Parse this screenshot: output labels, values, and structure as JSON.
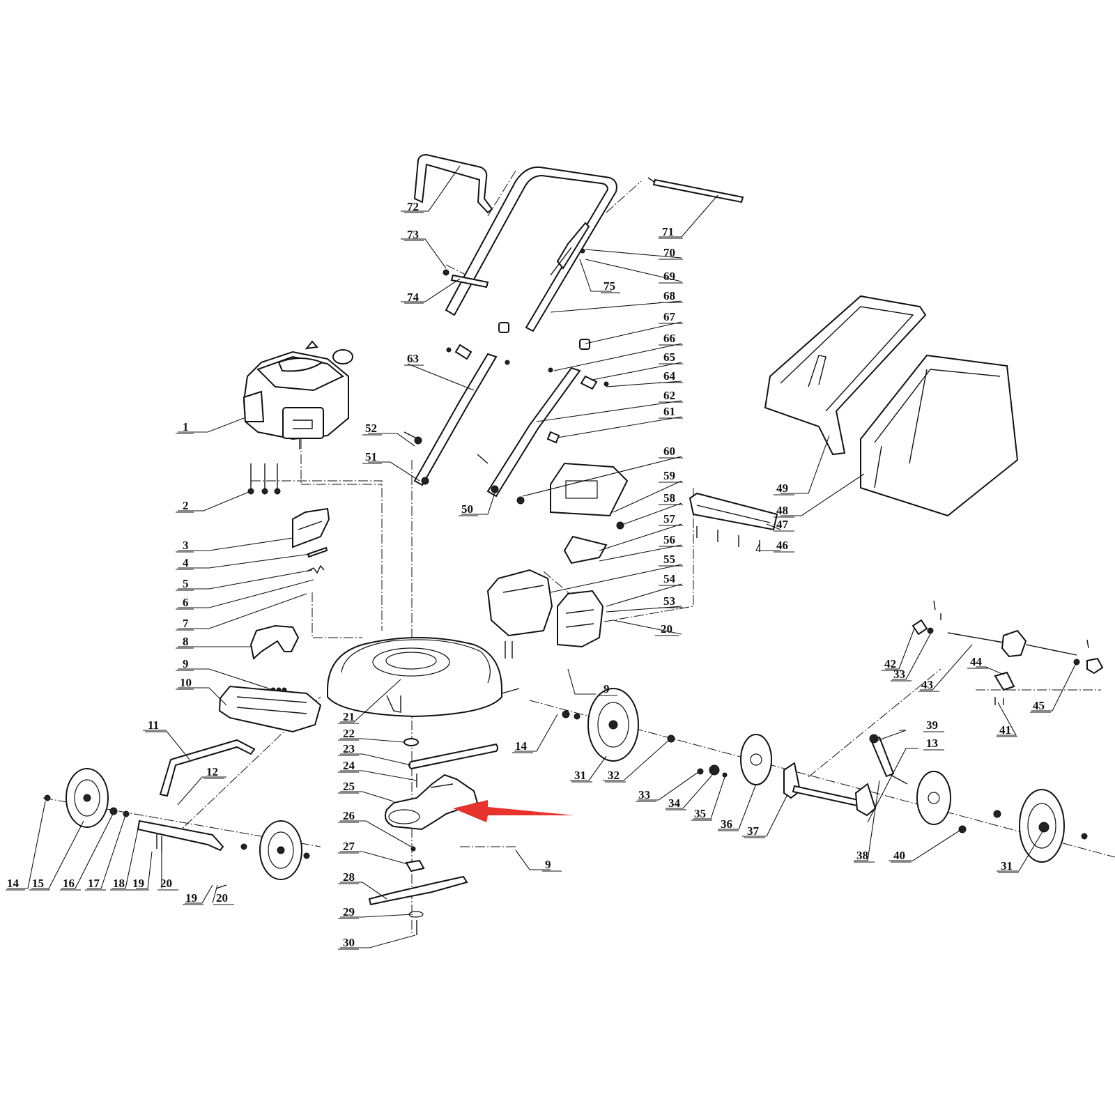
{
  "diagram": {
    "labels": [
      {
        "id": "l72",
        "text": "72"
      },
      {
        "id": "l73",
        "text": "73"
      },
      {
        "id": "l74",
        "text": "74"
      },
      {
        "id": "l71",
        "text": "71"
      },
      {
        "id": "l70",
        "text": "70"
      },
      {
        "id": "l69",
        "text": "69"
      },
      {
        "id": "l75",
        "text": "75"
      },
      {
        "id": "l68",
        "text": "68"
      },
      {
        "id": "l67",
        "text": "67"
      },
      {
        "id": "l66",
        "text": "66"
      },
      {
        "id": "l65",
        "text": "65"
      },
      {
        "id": "l64",
        "text": "64"
      },
      {
        "id": "l63",
        "text": "63"
      },
      {
        "id": "l62",
        "text": "62"
      },
      {
        "id": "l61",
        "text": "61"
      },
      {
        "id": "l60",
        "text": "60"
      },
      {
        "id": "l59",
        "text": "59"
      },
      {
        "id": "l58",
        "text": "58"
      },
      {
        "id": "l57",
        "text": "57"
      },
      {
        "id": "l56",
        "text": "56"
      },
      {
        "id": "l55",
        "text": "55"
      },
      {
        "id": "l54",
        "text": "54"
      },
      {
        "id": "l53",
        "text": "53"
      },
      {
        "id": "l20a",
        "text": "20"
      },
      {
        "id": "l52",
        "text": "52"
      },
      {
        "id": "l51",
        "text": "51"
      },
      {
        "id": "l50",
        "text": "50"
      },
      {
        "id": "l49",
        "text": "49"
      },
      {
        "id": "l48",
        "text": "48"
      },
      {
        "id": "l47",
        "text": "47"
      },
      {
        "id": "l46",
        "text": "46"
      },
      {
        "id": "l1",
        "text": "1"
      },
      {
        "id": "l2",
        "text": "2"
      },
      {
        "id": "l3",
        "text": "3"
      },
      {
        "id": "l4",
        "text": "4"
      },
      {
        "id": "l5",
        "text": "5"
      },
      {
        "id": "l6",
        "text": "6"
      },
      {
        "id": "l7",
        "text": "7"
      },
      {
        "id": "l8",
        "text": "8"
      },
      {
        "id": "l9a",
        "text": "9"
      },
      {
        "id": "l10",
        "text": "10"
      },
      {
        "id": "l21",
        "text": "21"
      },
      {
        "id": "l22",
        "text": "22"
      },
      {
        "id": "l23",
        "text": "23"
      },
      {
        "id": "l24",
        "text": "24"
      },
      {
        "id": "l25",
        "text": "25"
      },
      {
        "id": "l26",
        "text": "26"
      },
      {
        "id": "l27",
        "text": "27"
      },
      {
        "id": "l28",
        "text": "28"
      },
      {
        "id": "l29",
        "text": "29"
      },
      {
        "id": "l30",
        "text": "30"
      },
      {
        "id": "l9b",
        "text": "9"
      },
      {
        "id": "l9c",
        "text": "9"
      },
      {
        "id": "l11",
        "text": "11"
      },
      {
        "id": "l12",
        "text": "12"
      },
      {
        "id": "l14a",
        "text": "14"
      },
      {
        "id": "l15",
        "text": "15"
      },
      {
        "id": "l16",
        "text": "16"
      },
      {
        "id": "l17",
        "text": "17"
      },
      {
        "id": "l18",
        "text": "18"
      },
      {
        "id": "l19a",
        "text": "19"
      },
      {
        "id": "l20b",
        "text": "20"
      },
      {
        "id": "l19b",
        "text": "19"
      },
      {
        "id": "l20c",
        "text": "20"
      },
      {
        "id": "l14b",
        "text": "14"
      },
      {
        "id": "l31a",
        "text": "31"
      },
      {
        "id": "l32",
        "text": "32"
      },
      {
        "id": "l33a",
        "text": "33"
      },
      {
        "id": "l34",
        "text": "34"
      },
      {
        "id": "l35",
        "text": "35"
      },
      {
        "id": "l36",
        "text": "36"
      },
      {
        "id": "l37",
        "text": "37"
      },
      {
        "id": "l39",
        "text": "39"
      },
      {
        "id": "l13",
        "text": "13"
      },
      {
        "id": "l38",
        "text": "38"
      },
      {
        "id": "l40",
        "text": "40"
      },
      {
        "id": "l31b",
        "text": "31"
      },
      {
        "id": "l42",
        "text": "42"
      },
      {
        "id": "l33b",
        "text": "33"
      },
      {
        "id": "l43",
        "text": "43"
      },
      {
        "id": "l44",
        "text": "44"
      },
      {
        "id": "l41",
        "text": "41"
      },
      {
        "id": "l45",
        "text": "45"
      }
    ],
    "highlight": {
      "part_number": "25",
      "arrow_color": "#e8322c"
    }
  }
}
